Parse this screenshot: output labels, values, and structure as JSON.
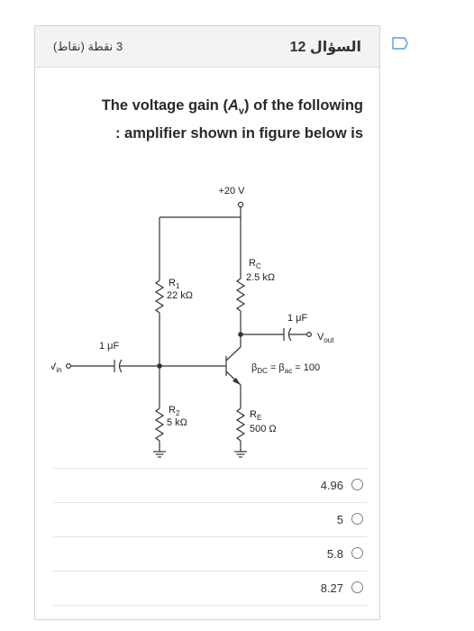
{
  "header": {
    "question_number": "السؤال 12",
    "points": "3 نقطة (نقاط)"
  },
  "question": {
    "text_part1": "The voltage gain (",
    "symbol": "A",
    "symbol_sub": "v",
    "text_part2": ") of the following",
    "line2": ": amplifier shown in figure below is"
  },
  "circuit": {
    "supply": "+20 V",
    "r1_name": "R",
    "r1_sub": "1",
    "r1_value": "22 kΩ",
    "rc_name": "R",
    "rc_sub": "C",
    "rc_value": "2.5 kΩ",
    "c_out": "1 μF",
    "vout_name": "V",
    "vout_sub": "out",
    "c_in": "1 μF",
    "vin_name": "V",
    "vin_sub": "in",
    "beta_label": "β",
    "beta_sub1": "DC",
    "beta_eq": " = β",
    "beta_sub2": "ac",
    "beta_value": " = 100",
    "r2_name": "R",
    "r2_sub": "2",
    "r2_value": "5 kΩ",
    "re_name": "R",
    "re_sub": "E",
    "re_value": "500 Ω"
  },
  "options": [
    {
      "label": "4.96"
    },
    {
      "label": "5"
    },
    {
      "label": "5.8"
    },
    {
      "label": "8.27"
    }
  ],
  "colors": {
    "header_bg": "#f2f3f4",
    "border": "#cfd3d7",
    "flag": "#5b9bd5"
  },
  "icons": {
    "flag": "flag-icon",
    "radio": "radio-icon"
  }
}
